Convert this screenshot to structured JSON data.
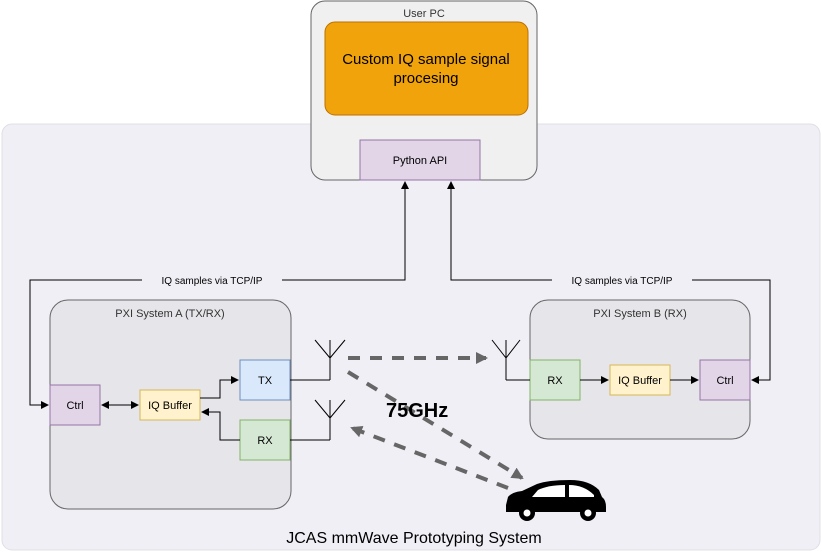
{
  "system_title": "JCAS mmWave Prototyping System",
  "user_pc": {
    "title": "User PC",
    "processing_label_line1": "Custom IQ sample signal",
    "processing_label_line2": "procesing",
    "api_label": "Python API"
  },
  "pxi_a": {
    "title": "PXI System A (TX/RX)",
    "ctrl_label": "Ctrl",
    "buffer_label": "IQ Buffer",
    "tx_label": "TX",
    "rx_label": "RX"
  },
  "pxi_b": {
    "title": "PXI System B (RX)",
    "rx_label": "RX",
    "buffer_label": "IQ Buffer",
    "ctrl_label": "Ctrl"
  },
  "links": {
    "a_link_label": "IQ samples via TCP/IP",
    "b_link_label": "IQ samples via TCP/IP"
  },
  "frequency_label": "75GHz",
  "colors": {
    "processing_fill": "#f0a30a",
    "processing_stroke": "#bd7000",
    "api_fill": "#e1d5e7",
    "api_stroke": "#9673a6",
    "buffer_fill": "#fff2cc",
    "buffer_stroke": "#d6b656",
    "tx_fill": "#dae8fc",
    "tx_stroke": "#6c8ebf",
    "rx_fill": "#d5e8d4",
    "rx_stroke": "#82b366",
    "container_fill": "#f0eff5",
    "pxi_fill": "#e6e6ea",
    "wave_stroke": "#666666"
  },
  "icons": [
    "antenna-icon",
    "car-icon"
  ]
}
